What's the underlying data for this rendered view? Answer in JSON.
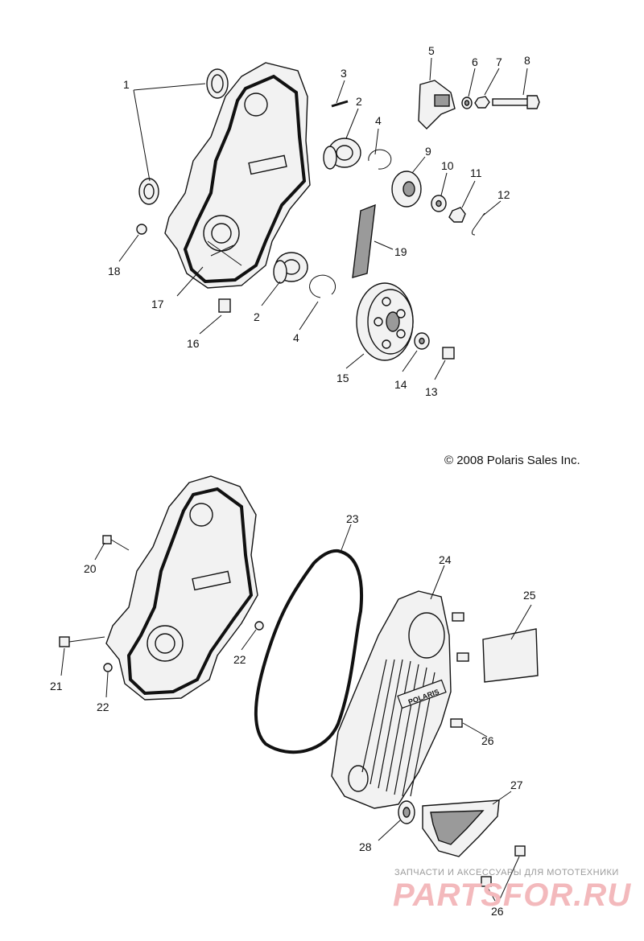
{
  "copyright": "©  2008 Polaris Sales Inc.",
  "cover_brand": "POLARIS",
  "watermark": {
    "tagline": "ЗАПЧАСТИ И АКСЕССУАРЫ ДЛЯ МОТОТЕХНИКИ",
    "logo_text": "PARTSFOR.RU"
  },
  "callouts": {
    "c1": "1",
    "c2a": "2",
    "c2b": "2",
    "c3": "3",
    "c4a": "4",
    "c4b": "4",
    "c5": "5",
    "c6": "6",
    "c7": "7",
    "c8": "8",
    "c9": "9",
    "c10": "10",
    "c11": "11",
    "c12": "12",
    "c13": "13",
    "c14": "14",
    "c15": "15",
    "c16": "16",
    "c17": "17",
    "c18": "18",
    "c19": "19",
    "c20": "20",
    "c21": "21",
    "c22a": "22",
    "c22b": "22",
    "c23": "23",
    "c24": "24",
    "c25": "25",
    "c26a": "26",
    "c26b": "26",
    "c27": "27",
    "c28": "28"
  }
}
